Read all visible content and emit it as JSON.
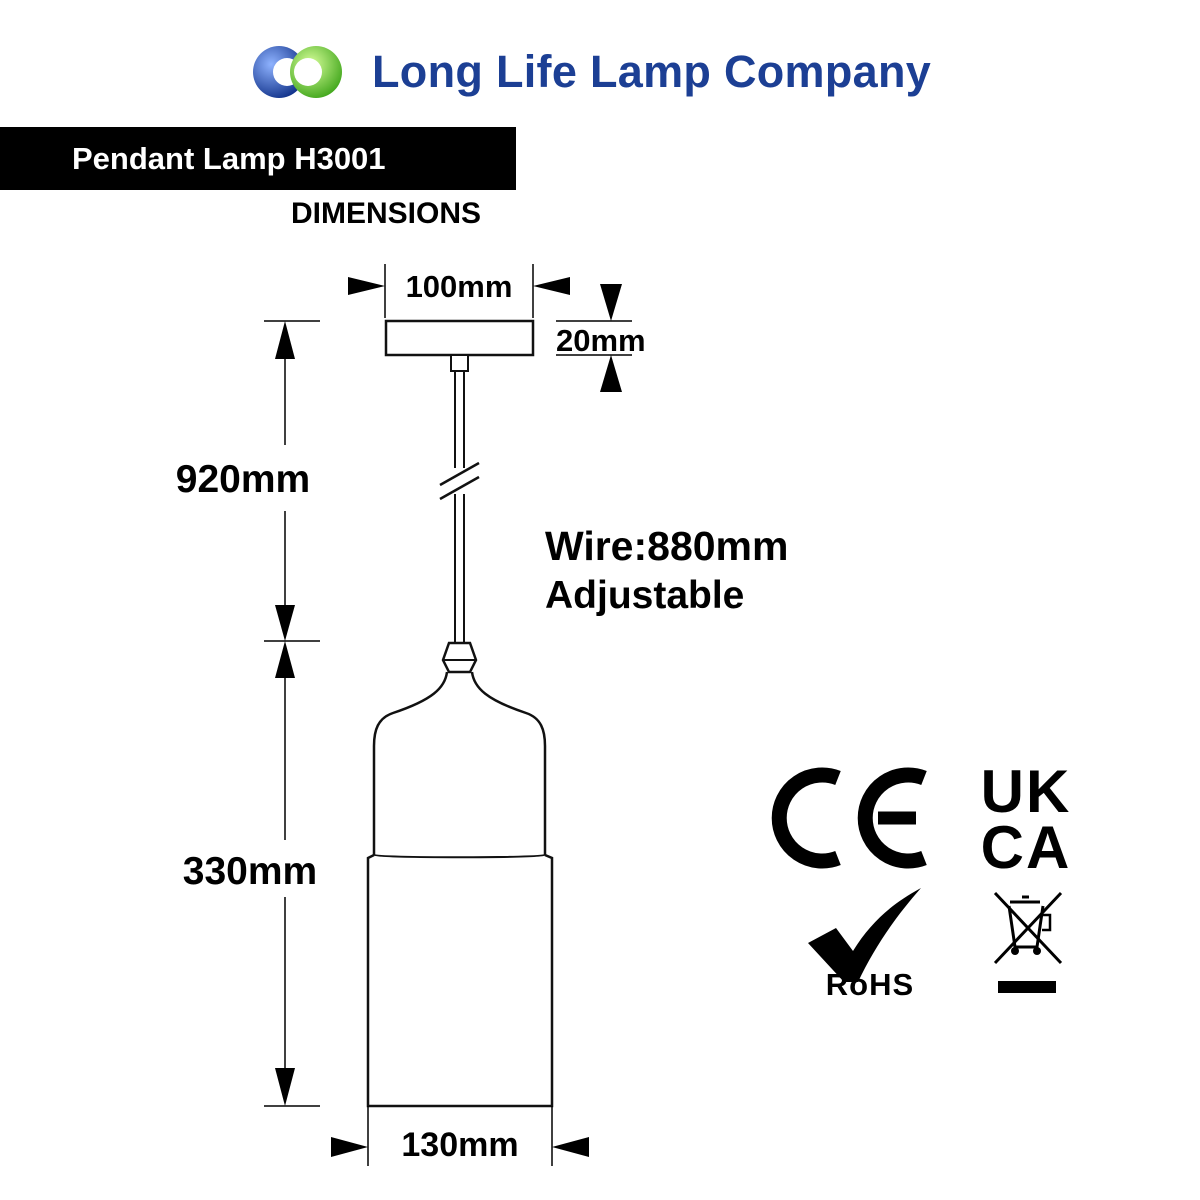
{
  "brand": {
    "company_name": "Long Life Lamp Company",
    "colors": {
      "brand_blue": "#1c3f94",
      "logo_green": "#7ed321",
      "logo_blue": "#1f4fa8"
    },
    "logo_icon": "interlocking-rings-icon"
  },
  "product": {
    "title": "Pendant Lamp H3001",
    "section_label": "DIMENSIONS"
  },
  "dimensions": {
    "canopy_width": "100mm",
    "canopy_height": "20mm",
    "hanging_length": "920mm",
    "wire_length": "Wire:880mm",
    "wire_note": "Adjustable",
    "shade_height": "330mm",
    "shade_width": "130mm"
  },
  "certifications": {
    "ce": "CE",
    "ukca_line1": "UK",
    "ukca_line2": "CA",
    "rohs": "RoHS",
    "weee_icon": "crossed-out-bin-icon"
  }
}
